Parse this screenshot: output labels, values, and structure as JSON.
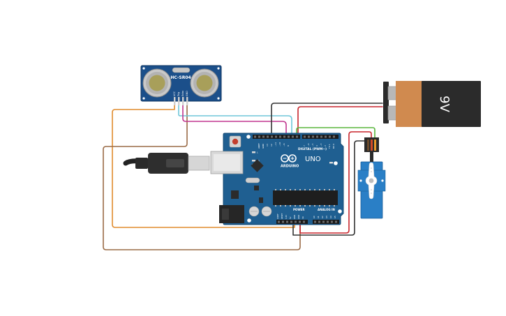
{
  "sensor": {
    "model": "HC-SR04",
    "pins": [
      "VCC",
      "Trig",
      "Echo",
      "GND"
    ]
  },
  "arduino": {
    "brand": "ARDUINO",
    "model": "UNO",
    "digital_header": "DIGITAL (PWM~)",
    "power_header": "POWER",
    "analog_header": "ANALOG IN",
    "tx": "TX",
    "rx": "RX",
    "l": "L",
    "on": "ON",
    "aref": "AREF",
    "gnd": "GND",
    "digital_pins": [
      "13",
      "12",
      "~11",
      "~10",
      "~9",
      "8",
      "7",
      "~6",
      "~5",
      "4",
      "~3",
      "2",
      "TX 1",
      "RX 0"
    ],
    "power_pins": [
      "IOREF",
      "RESET",
      "3.3V",
      "5V",
      "GND",
      "GND",
      "Vin"
    ],
    "analog_pins": [
      "A0",
      "A1",
      "A2",
      "A3",
      "A4",
      "A5"
    ]
  },
  "battery": {
    "label": "9V"
  },
  "colors": {
    "board": "#1f5f91",
    "board_dark": "#164a72",
    "sensor_board": "#1b4f8a",
    "battery_body": "#2b2b2b",
    "battery_band": "#d08a4f",
    "servo": "#2a7fc6",
    "wire_orange": "#e08b2d",
    "wire_brown": "#9a6b46",
    "wire_cyan": "#6ec6d8",
    "wire_magenta": "#c0368f",
    "wire_black": "#333333",
    "wire_red": "#c8242b",
    "wire_green": "#59b53c"
  }
}
